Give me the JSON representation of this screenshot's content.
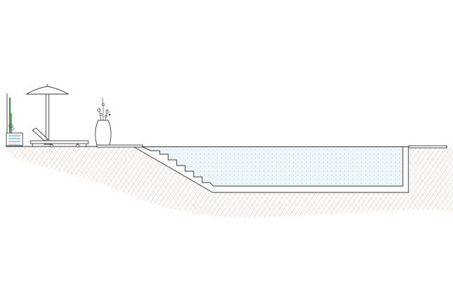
{
  "drawing": {
    "kind": "pool cross-section",
    "view": "section",
    "labels": []
  },
  "elements": {
    "planter_box": {
      "icon": "planter-icon"
    },
    "parasol": {
      "icon": "parasol-icon"
    },
    "sun_lounger": {
      "icon": "lounger-icon"
    },
    "vase_plant": {
      "icon": "vase-icon"
    },
    "pool": {
      "steps": 5
    }
  },
  "colors": {
    "line": "#3a3a3a",
    "water_fill": "#eef7fa",
    "water_dots": "#7fb3c8",
    "soil_hatch": "#d9a99a",
    "planter_accent": "#4f8fb5",
    "greenery": "#3f8a3f"
  }
}
